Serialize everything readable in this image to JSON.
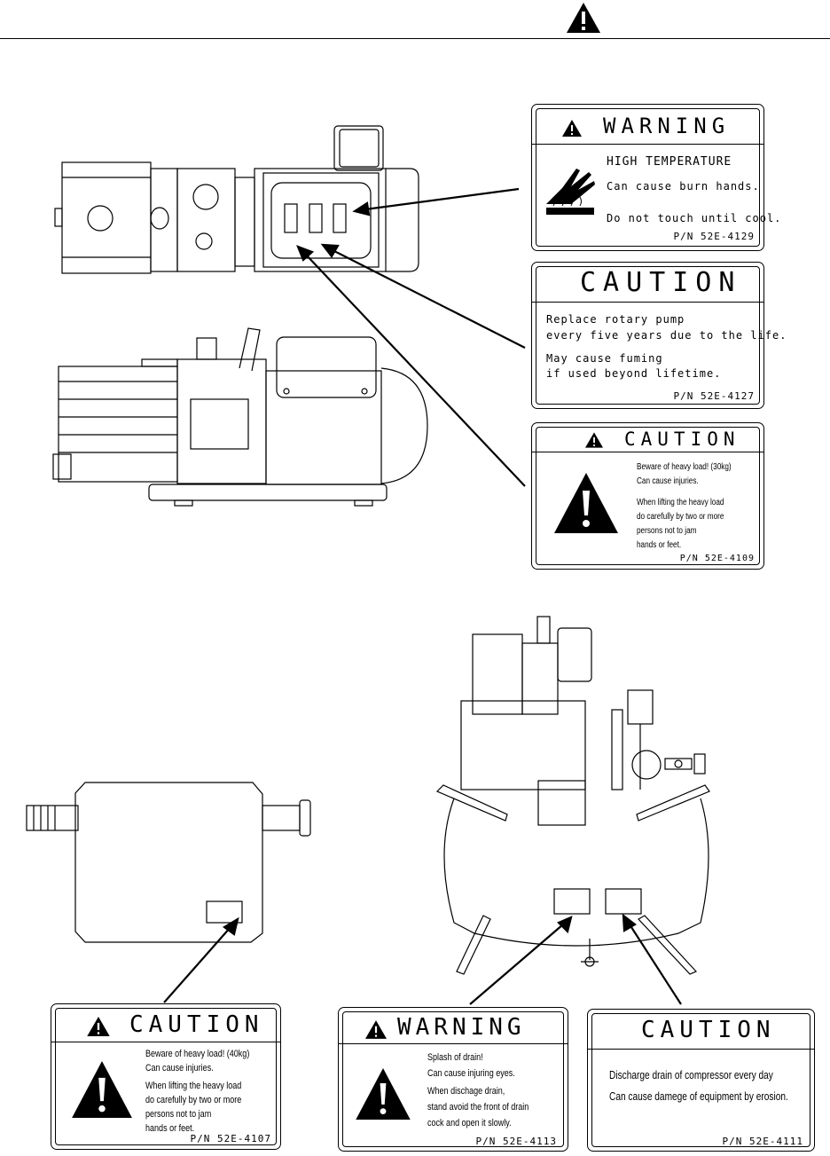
{
  "labels": {
    "w4129": {
      "title": "WARNING",
      "l1": "HIGH TEMPERATURE",
      "l2": "Can cause burn hands.",
      "l3": "Do not touch until cool.",
      "pn": "P/N 52E-4129"
    },
    "c4127": {
      "title": "CAUTION",
      "l1": "Replace rotary pump",
      "l2": "every five years due to the life.",
      "l3": "May cause fuming",
      "l4": "if used beyond lifetime.",
      "pn": "P/N 52E-4127"
    },
    "c4109": {
      "title": "CAUTION",
      "l1": "Beware of heavy load! (30kg)",
      "l2": "Can cause injuries.",
      "l3": "When lifting the heavy load",
      "l4": "do carefully by two or more",
      "l5": "persons not to jam",
      "l6": "hands or feet.",
      "pn": "P/N 52E-4109"
    },
    "c4107": {
      "title": "CAUTION",
      "l1": "Beware of heavy load! (40kg)",
      "l2": "Can cause injuries.",
      "l3": "When lifting the heavy load",
      "l4": "do carefully by two or more",
      "l5": "persons not to jam",
      "l6": "hands or feet.",
      "pn": "P/N 52E-4107"
    },
    "w4113": {
      "title": "WARNING",
      "l1": "Splash of drain!",
      "l2": "Can cause injuring eyes.",
      "l3": "When dischage drain,",
      "l4": "stand avoid the front of drain",
      "l5": "cock and open it slowly.",
      "pn": "P/N 52E-4113"
    },
    "c4111": {
      "title": "CAUTION",
      "l1": "Discharge drain of compressor every day",
      "l2": "Can cause damege of equipment by erosion.",
      "pn": "P/N 52E-4111"
    }
  },
  "icons": [
    "warning-triangle-icon",
    "hot-hand-icon",
    "exclamation-triangle-icon"
  ]
}
